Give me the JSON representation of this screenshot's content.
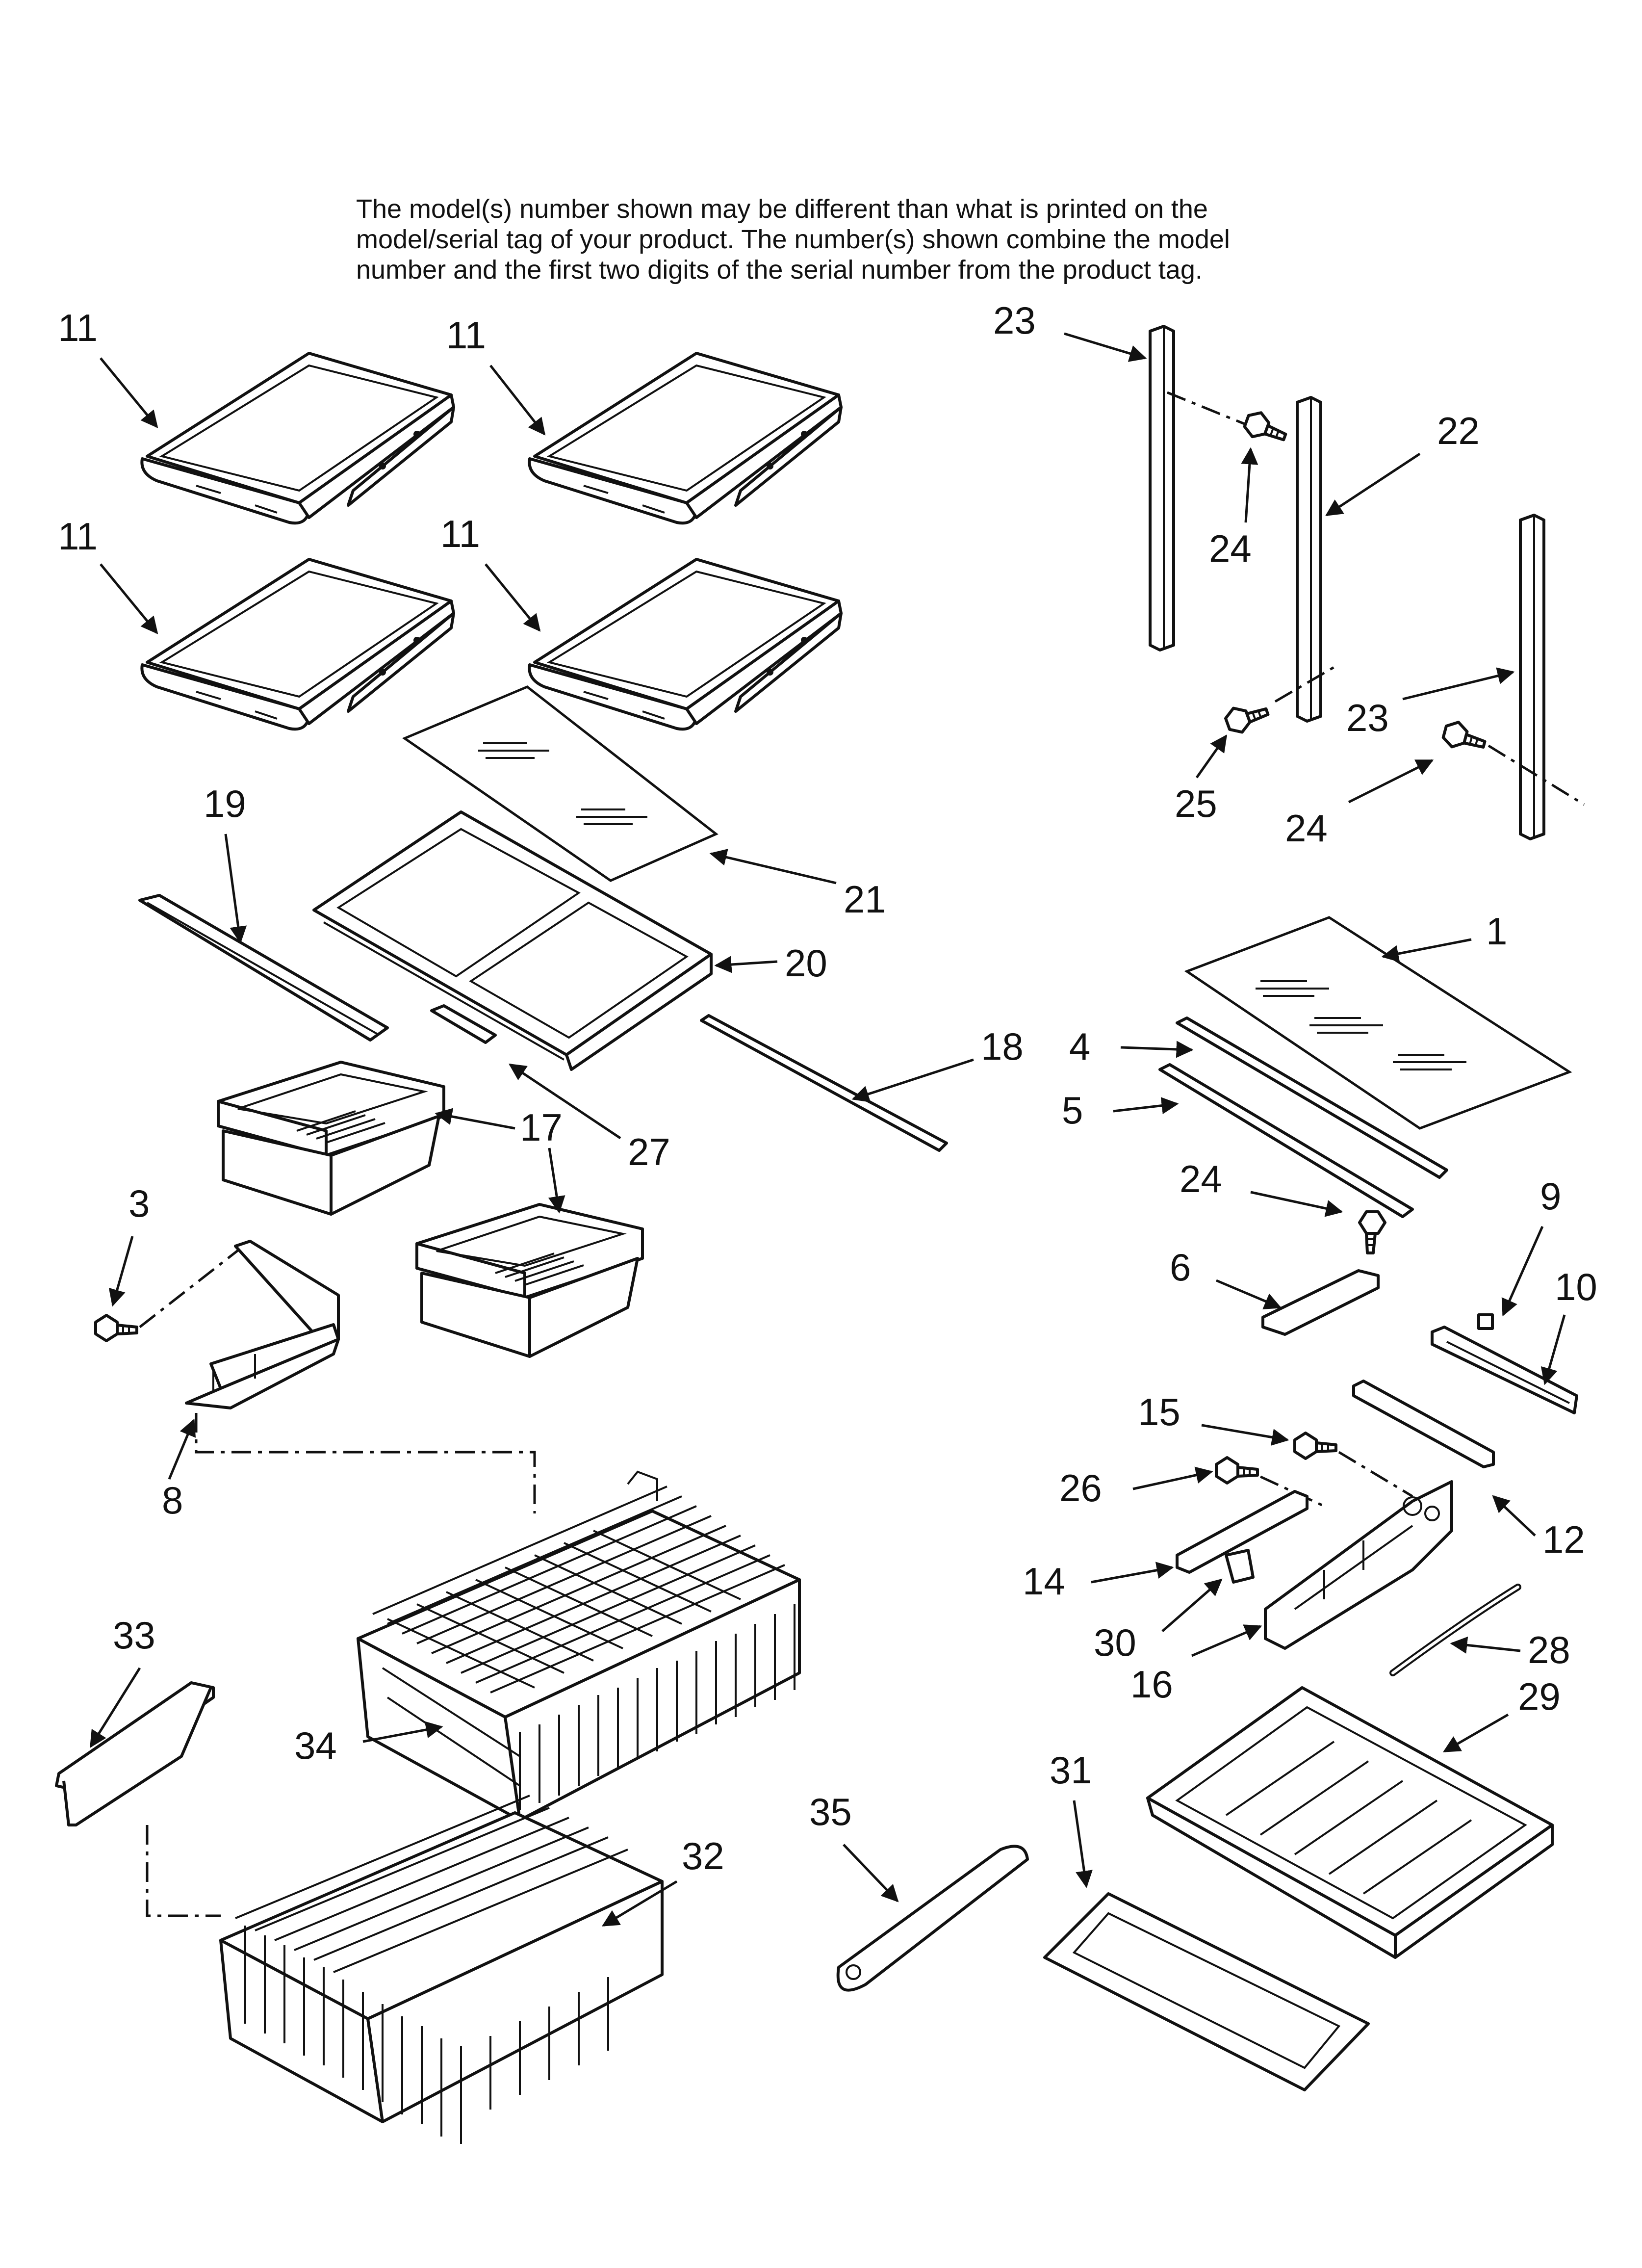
{
  "note": {
    "line1": "The model(s) number shown may be different than what is printed on the",
    "line2": "model/serial tag of your product. The number(s) shown combine the model",
    "line3": "number and the first two digits of the serial number from the product tag."
  },
  "callouts": {
    "c1": "1",
    "c3": "3",
    "c4": "4",
    "c5": "5",
    "c6": "6",
    "c8": "8",
    "c9": "9",
    "c10": "10",
    "c11a": "11",
    "c11b": "11",
    "c11c": "11",
    "c11d": "11",
    "c12": "12",
    "c14": "14",
    "c15": "15",
    "c16": "16",
    "c17": "17",
    "c18": "18",
    "c19": "19",
    "c20": "20",
    "c21": "21",
    "c22": "22",
    "c23a": "23",
    "c23b": "23",
    "c24a": "24",
    "c24b": "24",
    "c24c": "24",
    "c25": "25",
    "c26": "26",
    "c27": "27",
    "c28": "28",
    "c29": "29",
    "c30": "30",
    "c31": "31",
    "c32": "32",
    "c33": "33",
    "c34": "34",
    "c35": "35"
  }
}
